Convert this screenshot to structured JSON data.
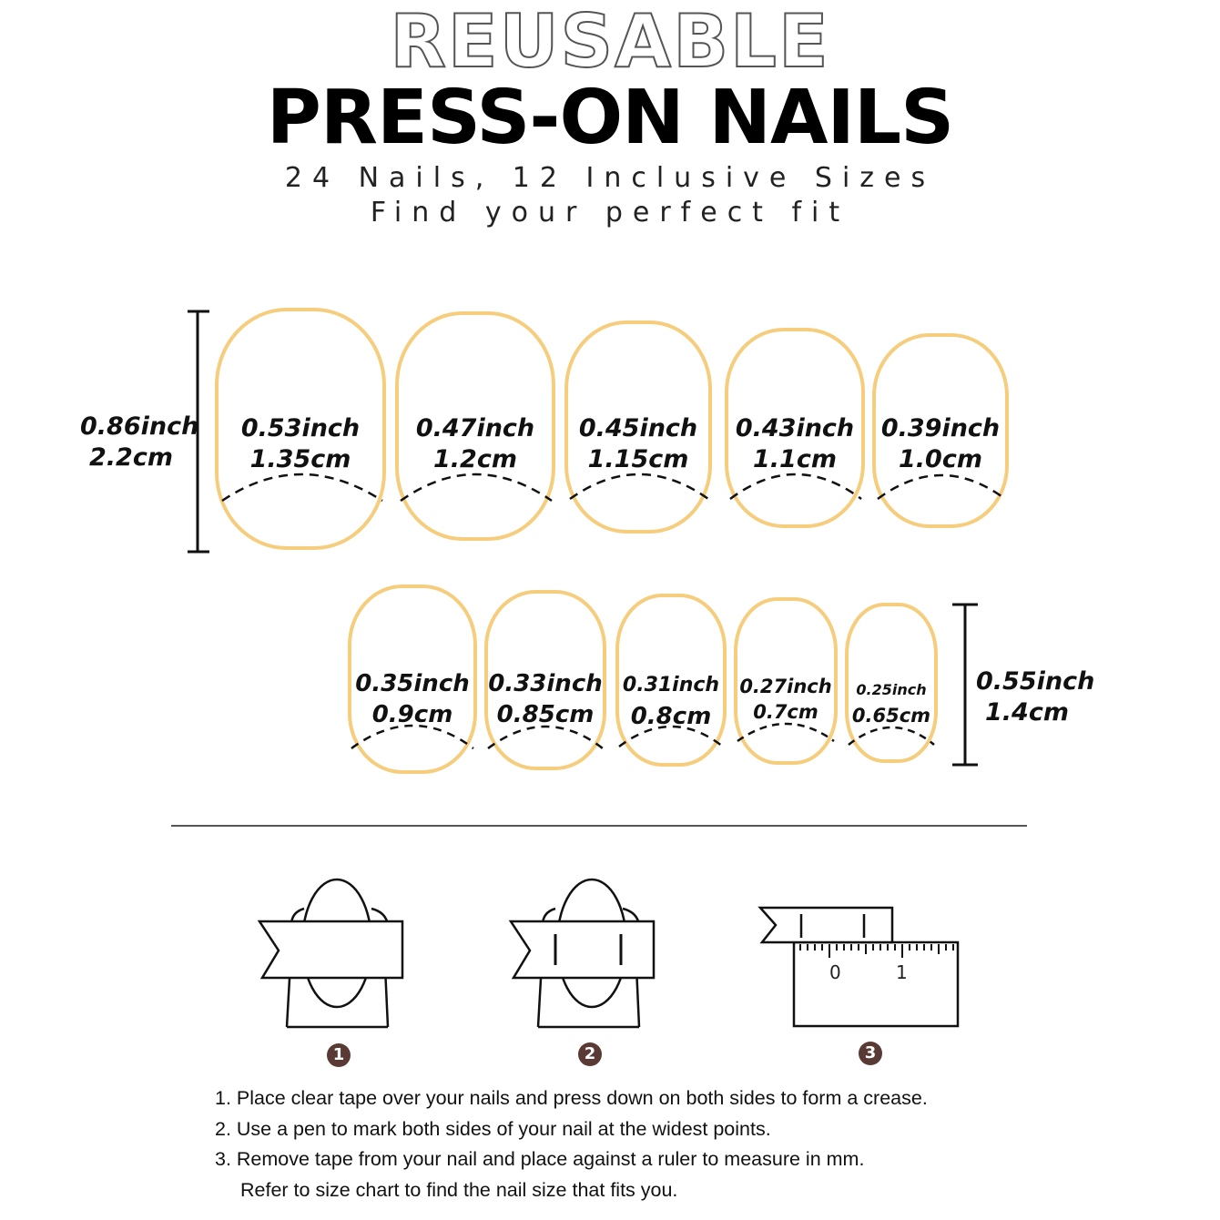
{
  "header": {
    "outline_title": "REUSABLE",
    "main_title": "PRESS-ON NAILS",
    "subtitle_line1": "24 Nails, 12 Inclusive Sizes",
    "subtitle_line2": "Find your perfect fit"
  },
  "colors": {
    "nail_outline": "#f5cd7c",
    "step_badge": "#5a3a34",
    "text": "#111111"
  },
  "row1": {
    "height_dimension": {
      "inch": "0.86inch",
      "cm": "2.2cm"
    },
    "nails": [
      {
        "inch": "0.53inch",
        "cm": "1.35cm"
      },
      {
        "inch": "0.47inch",
        "cm": "1.2cm"
      },
      {
        "inch": "0.45inch",
        "cm": "1.15cm"
      },
      {
        "inch": "0.43inch",
        "cm": "1.1cm"
      },
      {
        "inch": "0.39inch",
        "cm": "1.0cm"
      }
    ]
  },
  "row2": {
    "height_dimension": {
      "inch": "0.55inch",
      "cm": "1.4cm"
    },
    "nails": [
      {
        "inch": "0.35inch",
        "cm": "0.9cm"
      },
      {
        "inch": "0.33inch",
        "cm": "0.85cm"
      },
      {
        "inch": "0.31inch",
        "cm": "0.8cm"
      },
      {
        "inch": "0.27inch",
        "cm": "0.7cm"
      },
      {
        "inch": "0.25inch",
        "cm": "0.65cm"
      }
    ]
  },
  "steps": {
    "badges": [
      "1",
      "2",
      "3"
    ],
    "ruler_labels": [
      "0",
      "1"
    ],
    "instructions": [
      "1. Place clear tape over your nails and press down on both sides to form a crease.",
      "2. Use a pen to mark both sides of your nail at the widest points.",
      "3. Remove tape from your nail and place against a ruler to measure in mm.",
      "Refer to size chart to find the nail size that fits you."
    ]
  }
}
